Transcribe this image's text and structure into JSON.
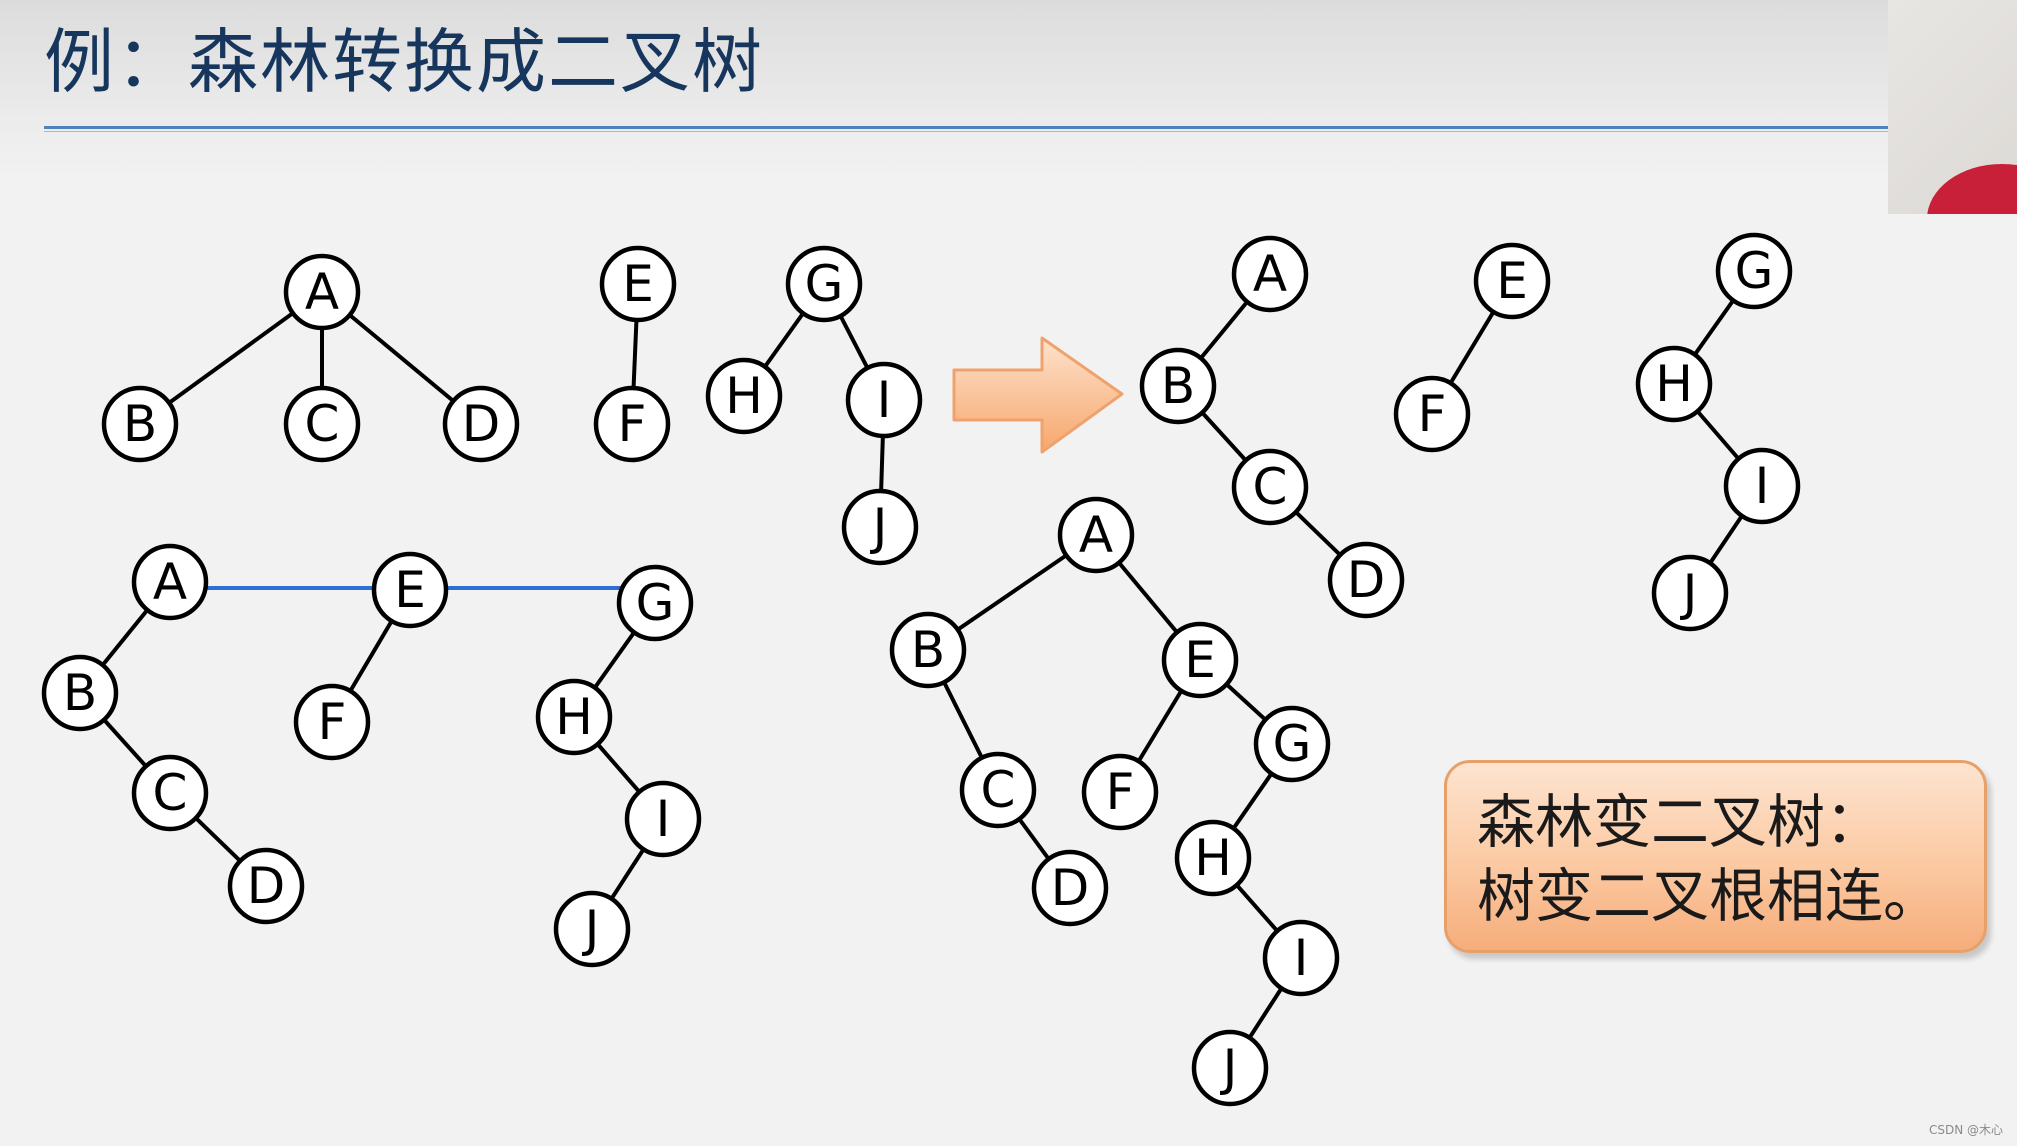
{
  "title": "例：森林转换成二叉树",
  "callout": {
    "line1": "森林变二叉树：",
    "line2": "树变二叉根相连。"
  },
  "watermark": "CSDN @木心",
  "colors": {
    "title": "#17365d",
    "rule": "#4f81bd",
    "connector": "#2e6fd6",
    "arrow_fill": "#fbb784",
    "callout_fill": "#fbc9a2"
  },
  "diagram": {
    "node_labels": [
      "A",
      "B",
      "C",
      "D",
      "E",
      "F",
      "G",
      "H",
      "I",
      "J"
    ],
    "forest": {
      "trees": [
        {
          "root": "A",
          "children": {
            "A": [
              "B",
              "C",
              "D"
            ]
          }
        },
        {
          "root": "E",
          "children": {
            "E": [
              "F"
            ]
          }
        },
        {
          "root": "G",
          "children": {
            "G": [
              "H",
              "I"
            ],
            "I": [
              "J"
            ]
          }
        }
      ]
    },
    "binary_trees": [
      {
        "root": "A",
        "left": {
          "B": "A"
        },
        "right": {
          "C": "B",
          "D": "C"
        }
      },
      {
        "root": "E",
        "left": {
          "F": "E"
        }
      },
      {
        "root": "G",
        "left": {
          "H": "G"
        },
        "right": {
          "I": "H"
        },
        "left_of_I": {
          "J": "I"
        }
      }
    ],
    "roots_connected": [
      "A",
      "E",
      "G"
    ],
    "result_binary_tree": {
      "root": "A",
      "edges": [
        [
          "A",
          "B"
        ],
        [
          "A",
          "E"
        ],
        [
          "B",
          "C"
        ],
        [
          "C",
          "D"
        ],
        [
          "E",
          "F"
        ],
        [
          "E",
          "G"
        ],
        [
          "G",
          "H"
        ],
        [
          "H",
          "I"
        ],
        [
          "I",
          "J"
        ]
      ]
    }
  }
}
